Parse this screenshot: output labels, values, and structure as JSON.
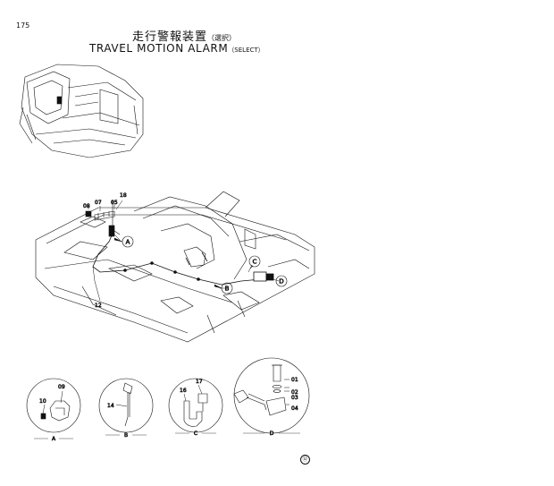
{
  "page_number": "175",
  "title_jp": "走行警報装置",
  "title_jp_suffix": "（選択）",
  "title_en": "TRAVEL  MOTION  ALARM",
  "title_en_suffix": "（SELECT）",
  "parts": {
    "p18": "18",
    "p07": "07",
    "p05": "05",
    "p08": "08",
    "p12": "12",
    "p09": "09",
    "p10": "10",
    "p14": "14",
    "p16": "16",
    "p17": "17",
    "p01": "01",
    "p02": "02",
    "p03": "03",
    "p04": "04"
  },
  "callouts": {
    "a": "A",
    "b": "B",
    "c": "C",
    "d": "D"
  },
  "details": {
    "a": "A",
    "b": "B",
    "c": "C",
    "d": "D"
  },
  "corner_mark": "Ⓤ"
}
